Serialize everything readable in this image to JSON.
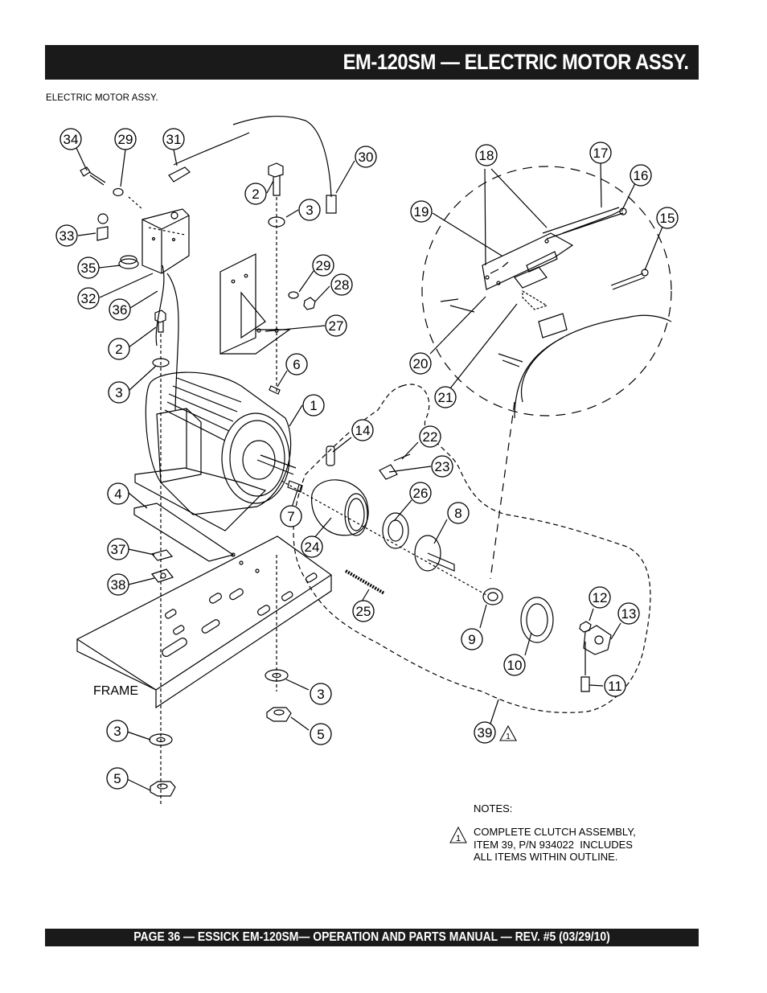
{
  "header": {
    "title": "EM-120SM — ELECTRIC MOTOR ASSY."
  },
  "subtitle": "ELECTRIC MOTOR ASSY.",
  "frame_label": "FRAME",
  "callout_numbers": [
    "34",
    "29",
    "31",
    "30",
    "2",
    "3",
    "33",
    "35",
    "32",
    "29",
    "28",
    "36",
    "27",
    "2",
    "3",
    "6",
    "1",
    "4",
    "14",
    "22",
    "23",
    "26",
    "8",
    "7",
    "24",
    "37",
    "38",
    "25",
    "9",
    "10",
    "12",
    "13",
    "11",
    "3",
    "5",
    "3",
    "5",
    "39",
    "19",
    "18",
    "17",
    "16",
    "15",
    "20",
    "21"
  ],
  "notes": {
    "heading": "NOTES:",
    "warning_symbol": "1",
    "text": "COMPLETE CLUTCH ASSEMBLY,\nITEM 39, P/N 934022  INCLUDES\nALL ITEMS WITHIN OUTLINE."
  },
  "footer": {
    "text": "PAGE 36 — ESSICK EM-120SM— OPERATION AND PARTS MANUAL — REV. #5 (03/29/10)"
  }
}
